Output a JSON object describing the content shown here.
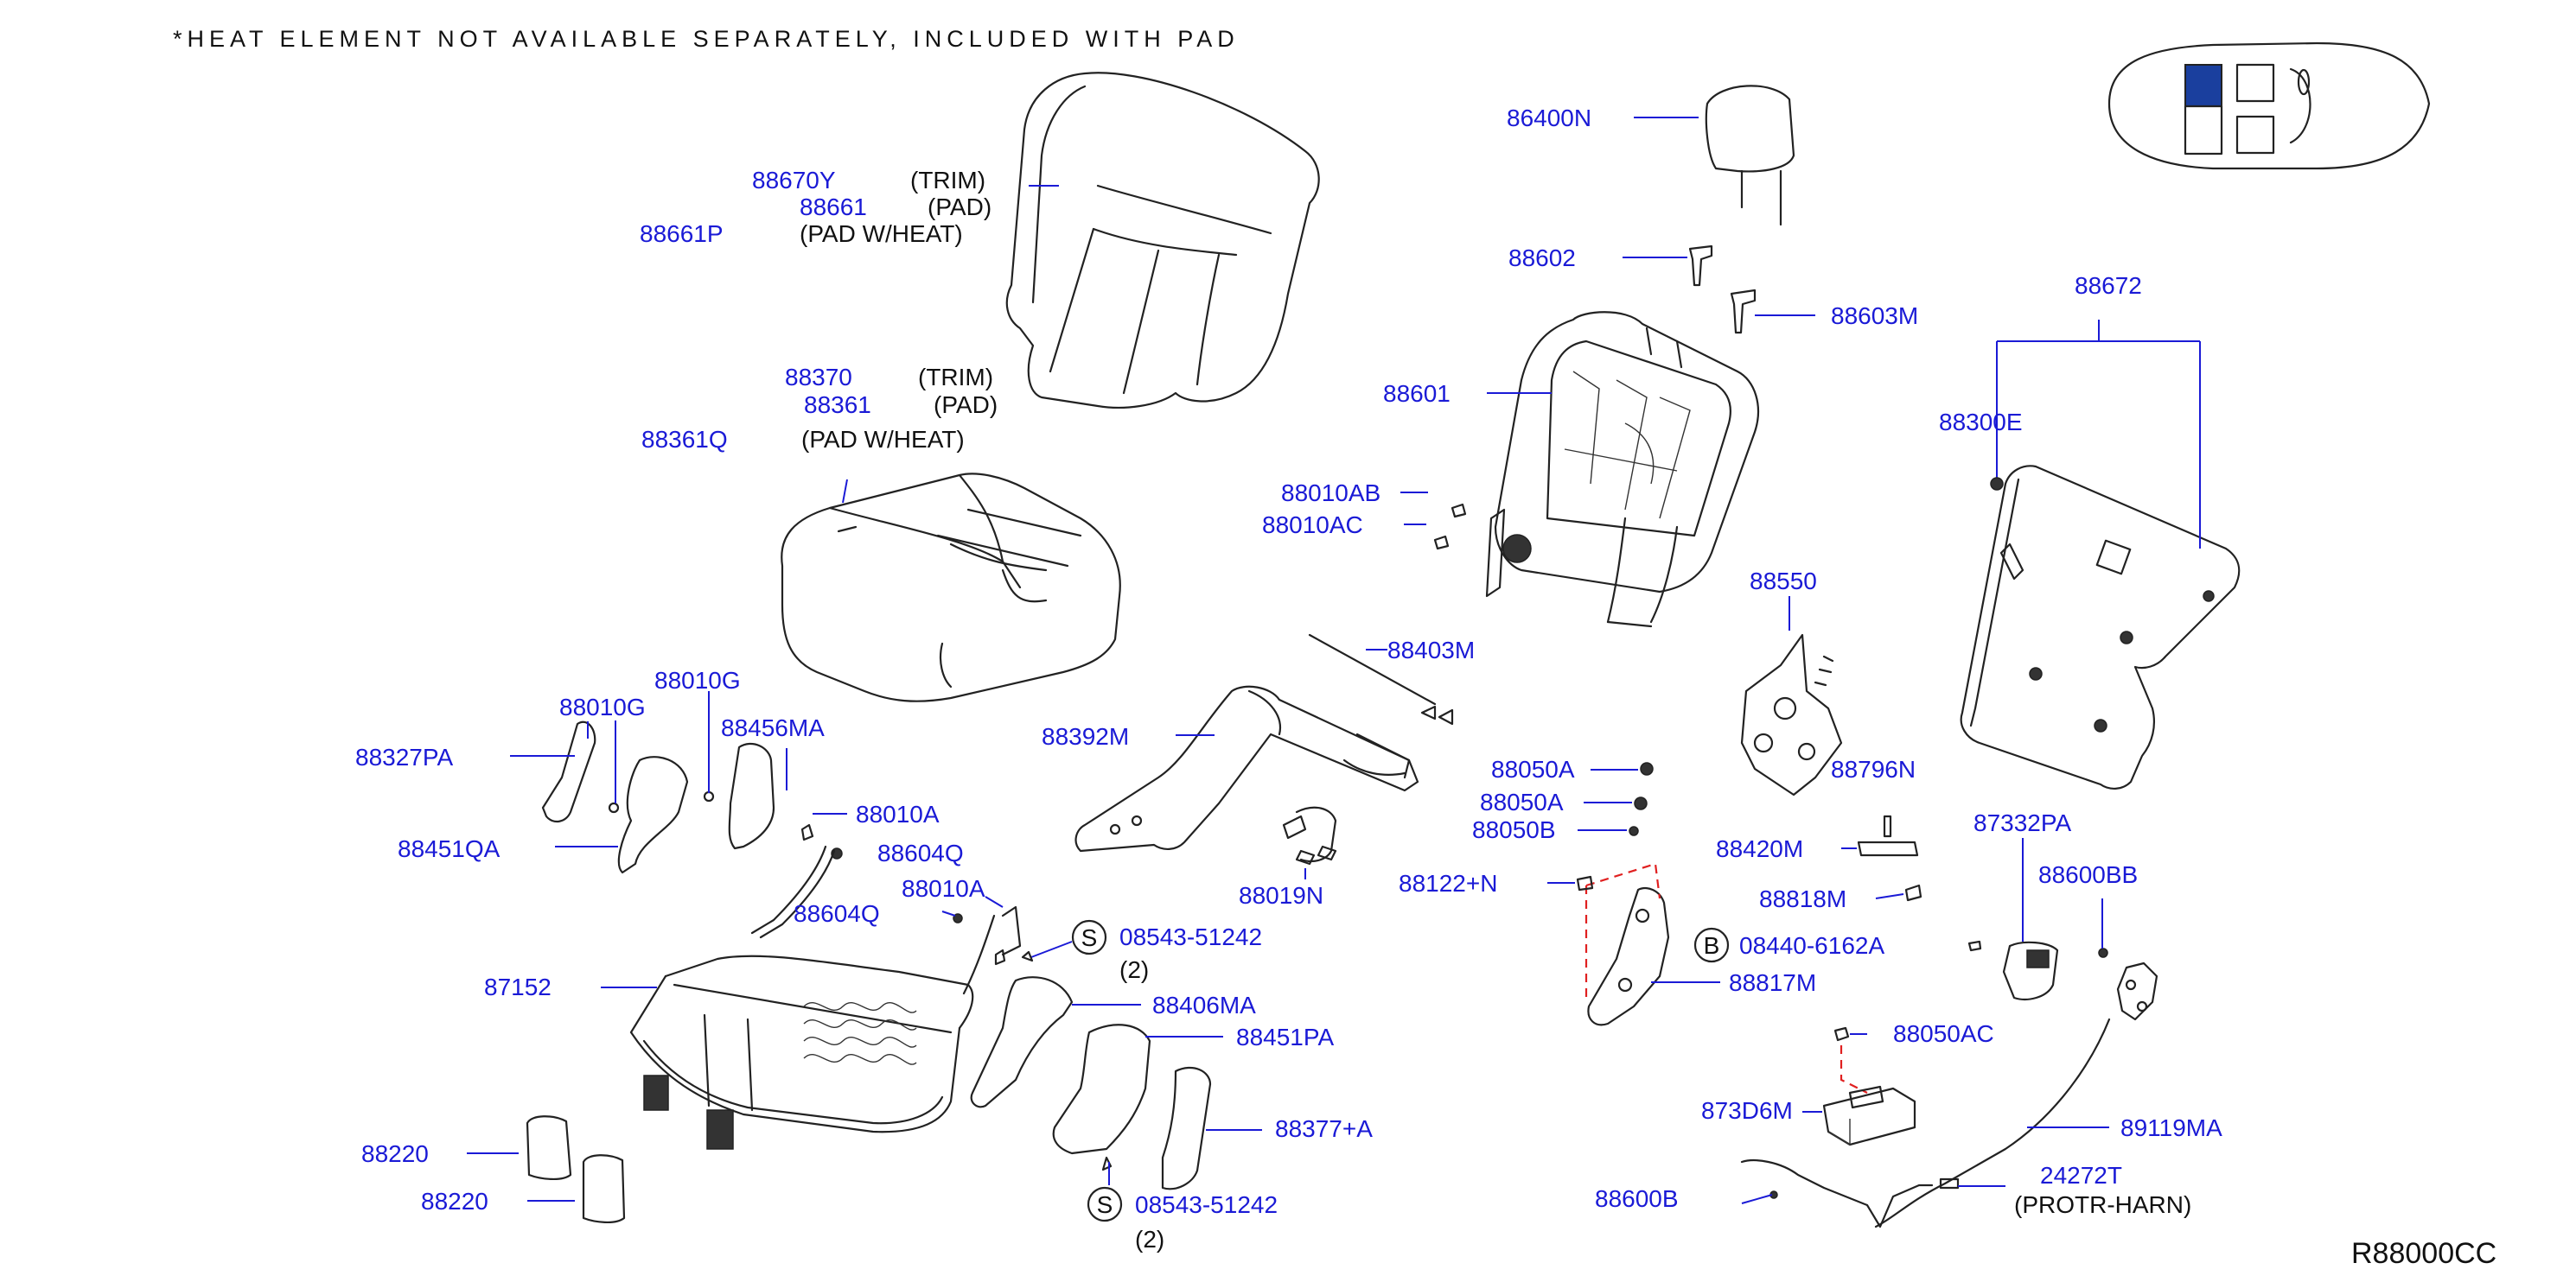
{
  "note": "*HEAT ELEMENT NOT AVAILABLE SEPARATELY, INCLUDED WITH PAD",
  "diagram_code": "R88000CC",
  "colors": {
    "part_label": "#1a1ad6",
    "text": "#111111",
    "callout_line": "#1a1ad6",
    "dashed_guide": "#e02020",
    "locator_highlight": "#1a3f9e"
  },
  "labels": {
    "p88670Y": "88670Y",
    "trim1": "(TRIM)",
    "p88661": "88661",
    "pad1": "(PAD)",
    "p88661P": "88661P",
    "padheat1": "(PAD W/HEAT)",
    "p88370": "88370",
    "trim2": "(TRIM)",
    "p88361": "88361",
    "pad2": "(PAD)",
    "p88361Q": "88361Q",
    "padheat2": "(PAD W/HEAT)",
    "p88010G_a": "88010G",
    "p88010G_b": "88010G",
    "p88327PA": "88327PA",
    "p88456MA": "88456MA",
    "p88451QA": "88451QA",
    "p88010A_a": "88010A",
    "p88604Q_a": "88604Q",
    "p88010A_b": "88010A",
    "p88604Q_b": "88604Q",
    "s_08543_a": "08543-51242",
    "qty_a": "(2)",
    "p87152": "87152",
    "p88406MA": "88406MA",
    "p88451PA": "88451PA",
    "p88377A": "88377+A",
    "p88220_a": "88220",
    "p88220_b": "88220",
    "s_08543_b": "08543-51242",
    "qty_b": "(2)",
    "p86400N": "86400N",
    "p88602": "88602",
    "p88603M": "88603M",
    "p88601": "88601",
    "p88010AB": "88010AB",
    "p88010AC": "88010AC",
    "p88403M": "88403M",
    "p88392M": "88392M",
    "p88019N": "88019N",
    "p88550": "88550",
    "p88050A_a": "88050A",
    "p88050A_b": "88050A",
    "p88050B": "88050B",
    "p88796N": "88796N",
    "p88420M": "88420M",
    "p88122N": "88122+N",
    "p88818M": "88818M",
    "b_08440": "08440-6162A",
    "p88817M": "88817M",
    "p88672": "88672",
    "p88300E": "88300E",
    "p87332PA": "87332PA",
    "p88600BB": "88600BB",
    "p88050AC": "88050AC",
    "p873D6M": "873D6M",
    "p89119MA": "89119MA",
    "p24272T": "24272T",
    "protr": "(PROTR-HARN)",
    "p88600B": "88600B",
    "s_mark": "S",
    "b_mark": "B"
  }
}
